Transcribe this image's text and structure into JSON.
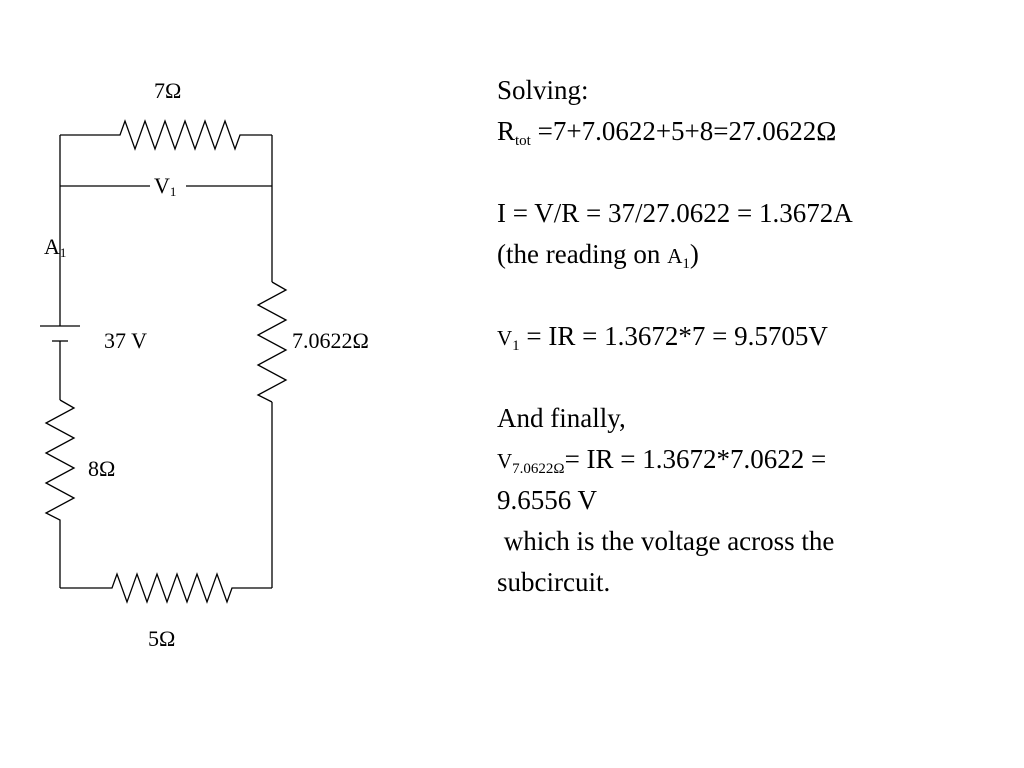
{
  "circuit": {
    "resistor_top_label": "7Ω",
    "voltmeter_label": "V",
    "voltmeter_sub": "1",
    "ammeter_label": "A",
    "ammeter_sub": "1",
    "battery_label": "37 V",
    "resistor_right_label": "7.0622Ω",
    "resistor_left_label": "8Ω",
    "resistor_bottom_label": "5Ω"
  },
  "solution": {
    "heading": "Solving:",
    "rtot_symbol": "R",
    "rtot_sub": "tot",
    "rtot_expr": " =7+7.0622+5+8=27.0622Ω",
    "current_expr": "I = V/R = 37/27.0622 = 1.3672A",
    "reading_prefix": "(the reading on ",
    "reading_meter": "A",
    "reading_sub": "1",
    "reading_suffix": ")",
    "v1_symbol": "V",
    "v1_sub": "1",
    "v1_expr": " = IR = 1.3672*7 = 9.5705V",
    "finally": "And finally,",
    "v2_symbol": "V",
    "v2_sub": "7.0622Ω",
    "v2_expr": "= IR = 1.3672*7.0622 =",
    "v2_value": "9.6556 V",
    "which_line": " which is the voltage across the",
    "subcircuit_line": "subcircuit."
  }
}
